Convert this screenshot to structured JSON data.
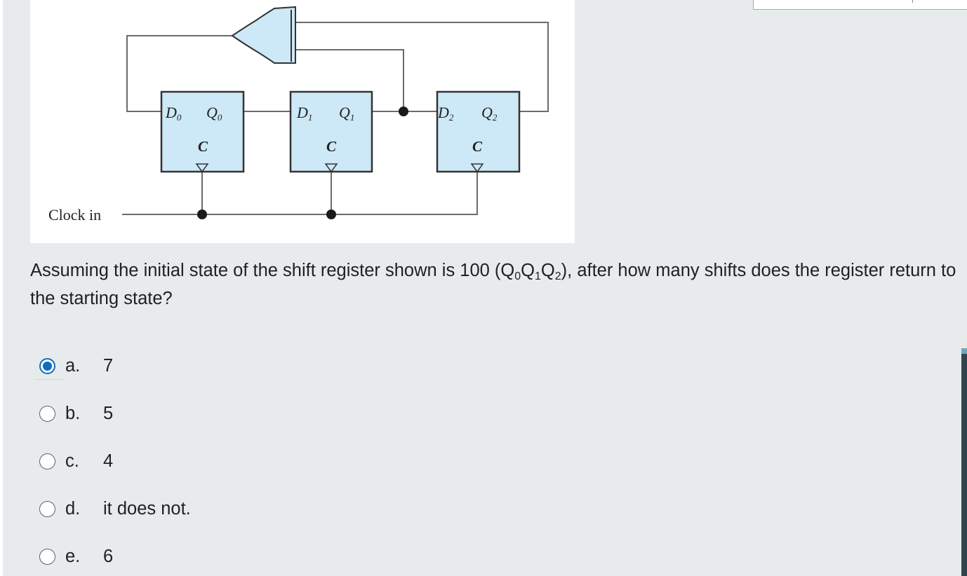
{
  "figure": {
    "flipflops": [
      {
        "d_label": "D",
        "d_sub": "0",
        "q_label": "Q",
        "q_sub": "0",
        "c_label": "C"
      },
      {
        "d_label": "D",
        "d_sub": "1",
        "q_label": "Q",
        "q_sub": "1",
        "c_label": "C"
      },
      {
        "d_label": "D",
        "d_sub": "2",
        "q_label": "Q",
        "q_sub": "2",
        "c_label": "C"
      }
    ],
    "clock_label": "Clock in"
  },
  "question": {
    "text_before": "Assuming the initial state of the shift register shown is 100 (Q",
    "sub0": "0",
    "q1": "Q",
    "sub1": "1",
    "q2": "Q",
    "sub2": "2",
    "text_after": "), after how many shifts does the register return to the starting state?"
  },
  "answers": [
    {
      "letter": "a.",
      "text": "7",
      "checked": true
    },
    {
      "letter": "b.",
      "text": "5",
      "checked": false
    },
    {
      "letter": "c.",
      "text": "4",
      "checked": false
    },
    {
      "letter": "d.",
      "text": "it does not.",
      "checked": false
    },
    {
      "letter": "e.",
      "text": "6",
      "checked": false
    }
  ],
  "colors": {
    "accent": "#0f6cbf",
    "flipflop_fill": "#cde8f6",
    "page_bg": "#e7ebec"
  }
}
